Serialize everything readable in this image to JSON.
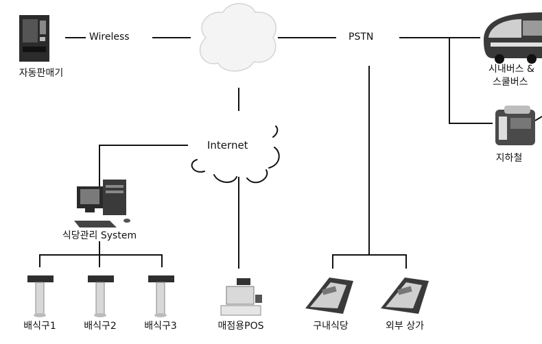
{
  "nodes": {
    "vending": "자동판매기",
    "bus_line1": "시내버스 &",
    "bus_line2": "스쿨버스",
    "subway": "지하철",
    "restaurant_system": "식당관리 System",
    "dist1": "배식구1",
    "dist2": "배식구2",
    "dist3": "배식구3",
    "pos": "매점용POS",
    "cafeteria": "구내식당",
    "external_store": "외부 상가"
  },
  "links": {
    "wireless": "Wireless",
    "pstn": "PSTN",
    "internet": "Internet"
  }
}
